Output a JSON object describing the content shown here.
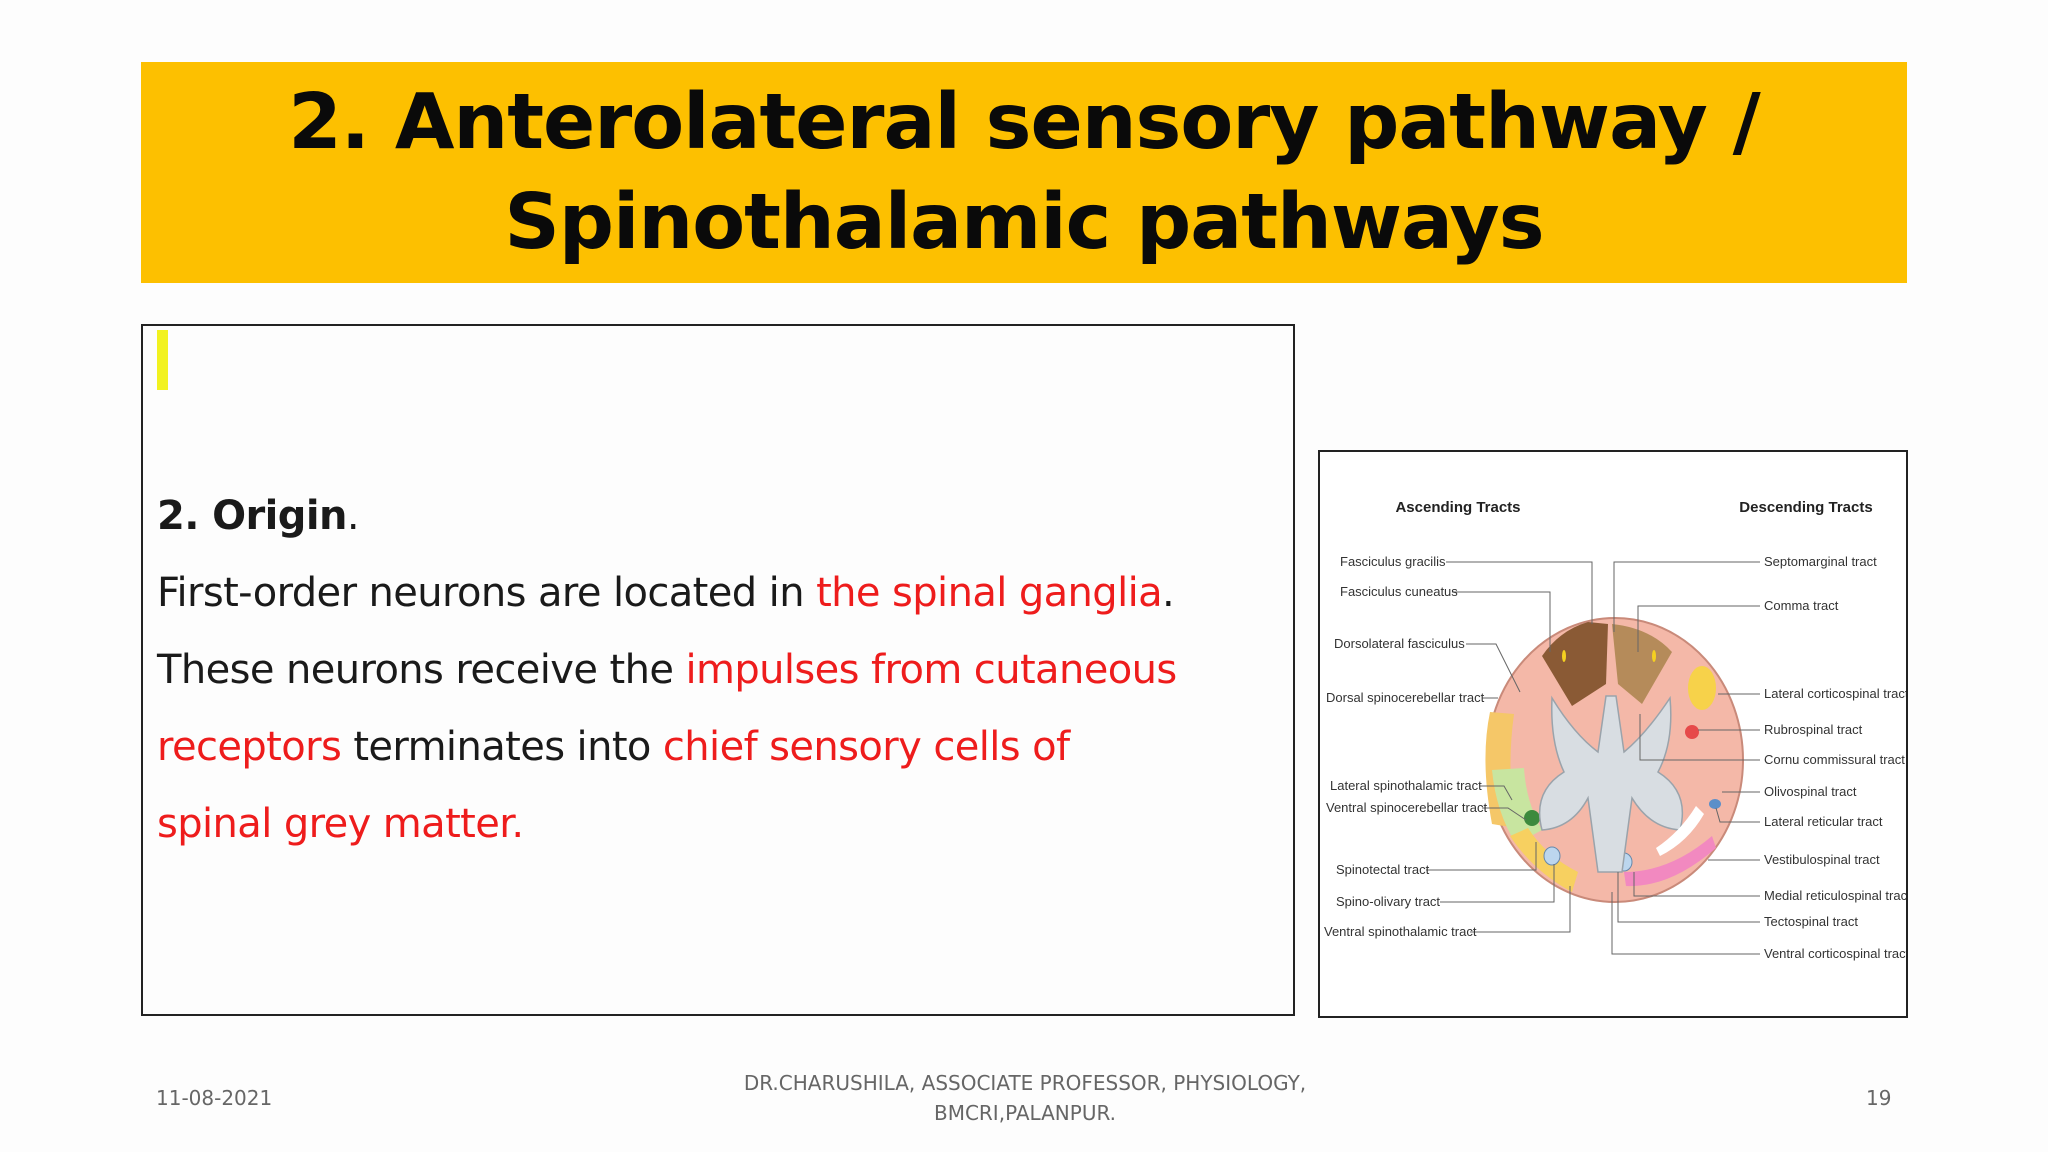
{
  "slide": {
    "title_line1": "2. Anterolateral sensory pathway /",
    "title_line2": "Spinothalamic pathways",
    "accent_color": "#fdc000"
  },
  "body": {
    "origin_heading": "2. Origin",
    "origin_period": ".",
    "line2_a": "First-order neurons are located in ",
    "line2_b": "the spinal ganglia",
    "line2_c": ".",
    "line3_a": " These neurons receive the ",
    "line3_b": "impulses from cutaneous",
    "line4_a": "receptors",
    "line4_b": " terminates into  ",
    "line4_c": "chief sensory cells of",
    "line5_a": "spinal grey matter.",
    "highlight_color": "#ee1c1c"
  },
  "figure": {
    "left_heading": "Ascending Tracts",
    "right_heading": "Descending Tracts",
    "left_labels": [
      "Fasciculus gracilis",
      "Fasciculus cuneatus",
      "Dorsolateral fasciculus",
      "Dorsal spinocerebellar tract",
      "Lateral spinothalamic tract",
      "Ventral spinocerebellar tract",
      "Spinotectal tract",
      "Spino-olivary tract",
      "Ventral spinothalamic tract"
    ],
    "right_labels": [
      "Septomarginal tract",
      "Comma tract",
      "Lateral corticospinal tract",
      "Rubrospinal tract",
      "Cornu commissural tract",
      "Olivospinal tract",
      "Lateral reticular tract",
      "Vestibulospinal tract",
      "Medial reticulospinal tract",
      "Tectospinal tract",
      "Ventral corticospinal tract"
    ]
  },
  "footer": {
    "date": "11-08-2021",
    "author_line1": "DR.CHARUSHILA, ASSOCIATE PROFESSOR, PHYSIOLOGY,",
    "author_line2": "BMCRI,PALANPUR.",
    "page_number": "19"
  }
}
